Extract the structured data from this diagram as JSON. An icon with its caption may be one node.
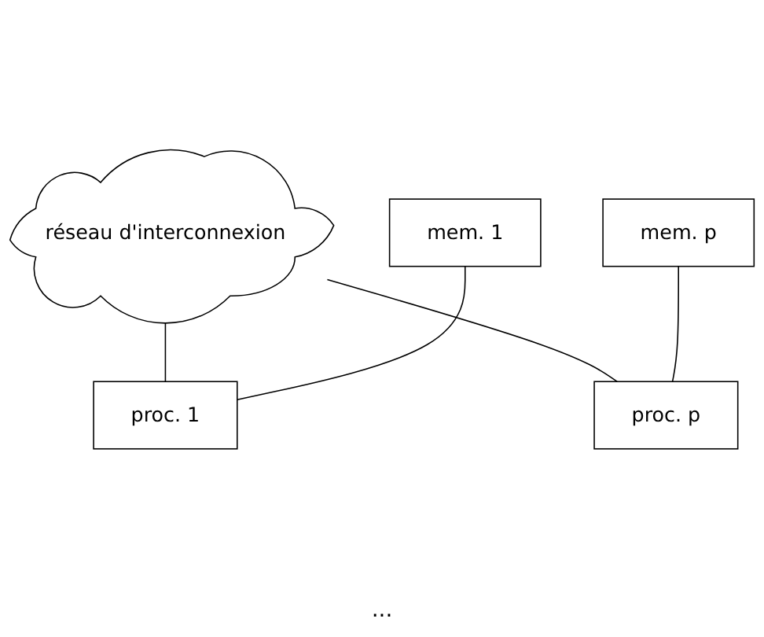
{
  "diagram": {
    "nodes": [
      {
        "text": [
          "réseau d'interconnexion"
        ]
      },
      {
        "text": [
          "mem. 1"
        ]
      },
      {
        "text": [
          "proc. 1"
        ]
      },
      {
        "text": [
          "mem. p"
        ]
      },
      {
        "text": [
          "proc. p"
        ]
      }
    ],
    "edges": [
      {
        "from": 0,
        "to": 2,
        "arrow": "none"
      },
      {
        "from": 0,
        "to": 4,
        "arrow": "none"
      },
      {
        "from": 1,
        "to": 2,
        "arrow": "none"
      },
      {
        "from": 3,
        "to": 4,
        "arrow": "none"
      }
    ],
    "labels": [
      "..."
    ]
  }
}
